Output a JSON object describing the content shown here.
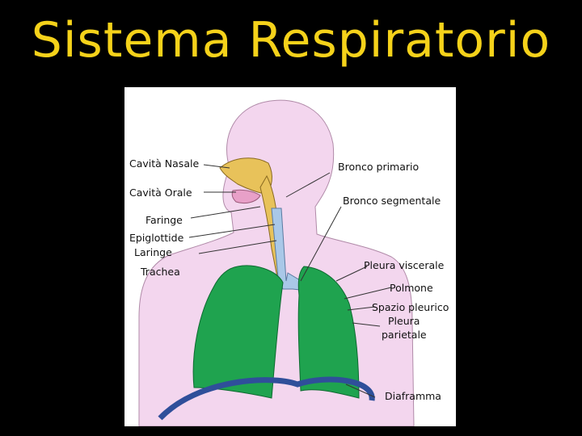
{
  "title": "Sistema Respiratorio",
  "colors": {
    "background": "#000000",
    "title": "#f5d21a",
    "skin": "#f3d6ee",
    "lungs": "#1fa34f",
    "nasal": "#e8c25a",
    "trachea": "#a9c8e8",
    "diaphragm": "#2f4f9a"
  },
  "labels": {
    "cavita_nasale": "Cavità Nasale",
    "cavita_orale": "Cavità Orale",
    "faringe": "Faringe",
    "epiglottide": "Epiglottide",
    "laringe": "Laringe",
    "trachea": "Trachea",
    "bronco_primario": "Bronco primario",
    "bronco_segmentale": "Bronco segmentale",
    "pleura_viscerale": "Pleura viscerale",
    "polmone": "Polmone",
    "spazio_pleurico": "Spazio pleurico",
    "pleura": "Pleura",
    "parietale": "parietale",
    "diaframma": "Diaframma"
  }
}
